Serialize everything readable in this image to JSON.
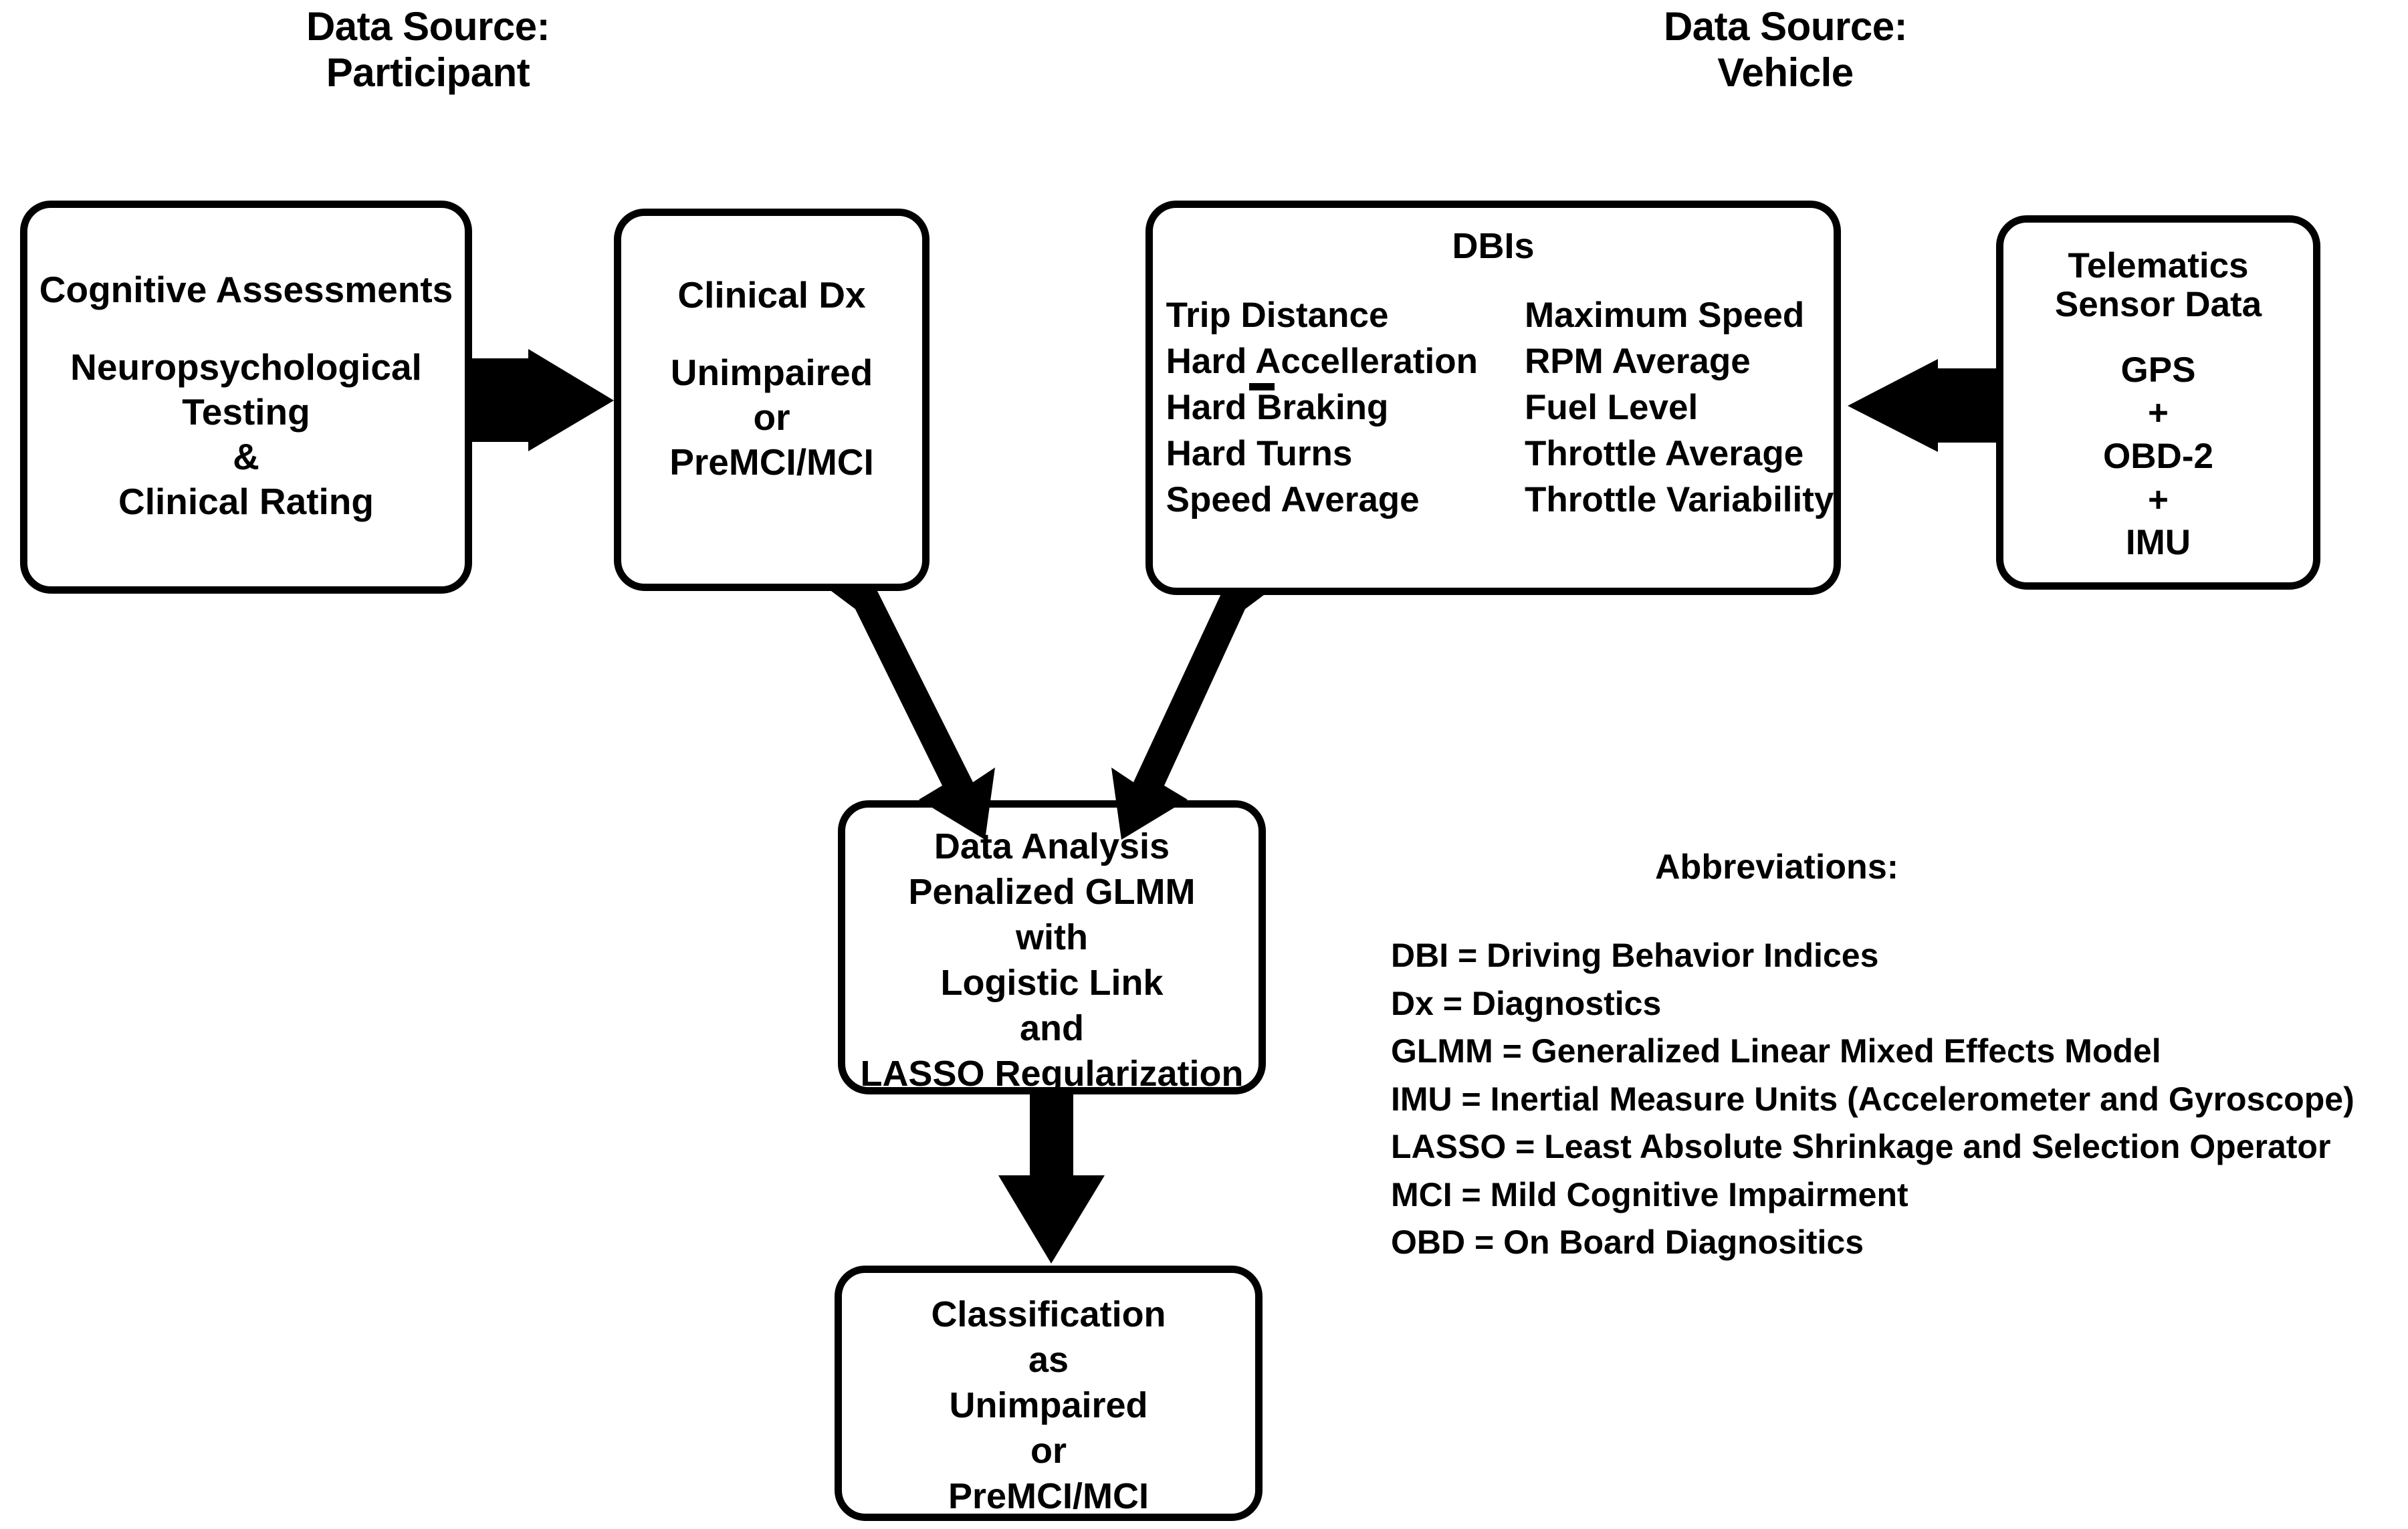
{
  "headers": [
    {
      "line1": "Data Source:",
      "line2": "Participant"
    },
    {
      "line1": "Data Source:",
      "line2": "Vehicle"
    }
  ],
  "boxes": {
    "cognitive": {
      "title": "Cognitive Assessments",
      "lines": [
        "Neuropsychological",
        "Testing",
        "&",
        "Clinical Rating"
      ]
    },
    "clinical_dx": {
      "title": "Clinical Dx",
      "lines": [
        "Unimpaired",
        "or",
        "PreMCI/MCI"
      ]
    },
    "dbis": {
      "title": "DBIs",
      "column_left": [
        "Trip Distance",
        "Hard Accelleration",
        "Hard Braking",
        "Hard Turns",
        "Speed Average"
      ],
      "column_right": [
        "Maximum Speed",
        "RPM Average",
        "Fuel Level",
        "Throttle Average",
        "Throttle Variability"
      ]
    },
    "telematics": {
      "title_line1": "Telematics",
      "title_line2": "Sensor Data",
      "lines": [
        "GPS",
        "+",
        "OBD-2",
        "+",
        "IMU"
      ]
    },
    "analysis": {
      "lines": [
        "Data Analysis",
        "Penalized GLMM",
        "with",
        "Logistic Link",
        "and",
        "LASSO Regularization"
      ]
    },
    "classification": {
      "lines": [
        "Classification",
        "as",
        "Unimpaired",
        "or",
        "PreMCI/MCI"
      ]
    }
  },
  "abbreviations": {
    "title": "Abbreviations:",
    "items": [
      "DBI = Driving Behavior Indices",
      "Dx = Diagnostics",
      "GLMM = Generalized Linear Mixed Effects Model",
      "IMU = Inertial Measure Units (Accelerometer and Gyroscope)",
      "LASSO = Least Absolute Shrinkage and Selection Operator",
      "MCI = Mild Cognitive Impairment",
      "OBD = On Board Diagnositics"
    ]
  },
  "arrows": [
    {
      "name": "cognitive-to-clinical-dx",
      "direction": "right"
    },
    {
      "name": "telematics-to-dbis",
      "direction": "left"
    },
    {
      "name": "clinical-dx-to-analysis",
      "direction": "down-right"
    },
    {
      "name": "dbis-to-analysis",
      "direction": "down-left"
    },
    {
      "name": "analysis-to-classification",
      "direction": "down"
    }
  ],
  "colors": {
    "stroke": "#000000",
    "background": "#ffffff"
  }
}
